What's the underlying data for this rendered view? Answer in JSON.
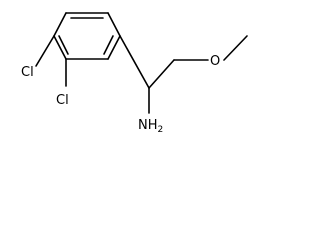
{
  "molecule": {
    "atoms": {
      "cl_top": "Cl",
      "cl_bottom": "Cl",
      "amine": "NH",
      "amine_subscript": "2",
      "oxygen": "O"
    }
  }
}
